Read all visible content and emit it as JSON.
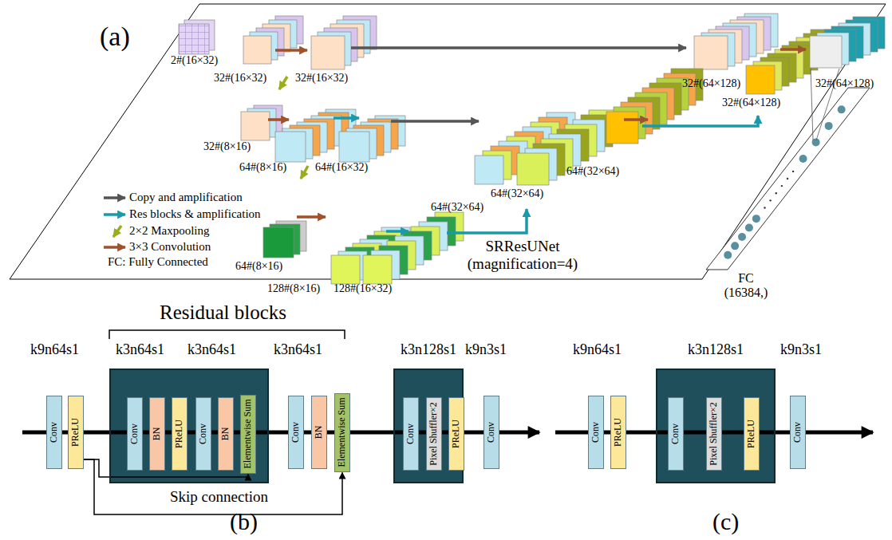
{
  "diagram": {
    "nodes": [
      {
        "text": [
          "Conv"
        ]
      },
      {
        "text": [
          "PReLU"
        ]
      },
      {
        "text": [
          "k3n64s1",
          "k3n64s1"
        ]
      },
      {
        "text": [
          "Conv"
        ],
        "in": 2
      },
      {
        "text": [
          "BN"
        ],
        "in": 2
      },
      {
        "text": [
          "PReLU"
        ],
        "in": 2
      },
      {
        "text": [
          "Conv"
        ],
        "in": 2
      },
      {
        "text": [
          "BN"
        ],
        "in": 2
      },
      {
        "text": [
          "Elementwise Sum"
        ],
        "in": 2
      },
      {
        "text": [
          "Conv"
        ]
      },
      {
        "text": [
          "BN"
        ]
      },
      {
        "text": [
          "Elementwise Sum"
        ]
      },
      {
        "text": [
          "k3n128s1"
        ]
      },
      {
        "text": [
          "Conv"
        ],
        "in": 12
      },
      {
        "text": [
          "Pixel Shuffler×2"
        ],
        "in": 12
      },
      {
        "text": [
          "PReLU"
        ],
        "in": 12
      },
      {
        "text": [
          "Conv"
        ]
      },
      {
        "text": [
          "Conv"
        ]
      },
      {
        "text": [
          "PReLU"
        ]
      },
      {
        "text": [
          "k3n128s1"
        ]
      },
      {
        "text": [
          "Conv"
        ],
        "in": 19
      },
      {
        "text": [
          "Pixel Shuffler×2"
        ],
        "in": 19
      },
      {
        "text": [
          "PReLU"
        ],
        "in": 19
      },
      {
        "text": [
          "Conv"
        ]
      }
    ],
    "edges": [
      {
        "from": 1,
        "to": 8,
        "arrow": "to"
      },
      {
        "from": 1,
        "to": 11,
        "arrow": "to"
      }
    ],
    "labels": [
      "(a)",
      "2#(16×32)",
      "32#(16×32)",
      "32#(16×32)",
      "32#(8×16)",
      "64#(8×16)",
      "64#(16×32)",
      "64#(8×16)",
      "128#(8×16)",
      "128#(16×32)",
      "64#(32×64)",
      "64#(32×64)",
      "64#(32×64)",
      "32#(64×128)",
      "32#(64×128)",
      "32#(64×128)",
      "SRResUNet (magnification=4)",
      "FC (16384,)",
      "(b)",
      "Residual blocks",
      "k9n64s1",
      "k3n64s1",
      "k9n3s1",
      "Skip connection",
      "(c)",
      "k9n64s1",
      "k9n3s1"
    ],
    "legend": [
      {
        "text": "Copy and amplification"
      },
      {
        "text": "Res blocks & amplification"
      },
      {
        "text": "2×2 Maxpooling"
      },
      {
        "text": "3×3 Convolution"
      },
      {
        "text": "FC: Fully Connected"
      }
    ]
  }
}
